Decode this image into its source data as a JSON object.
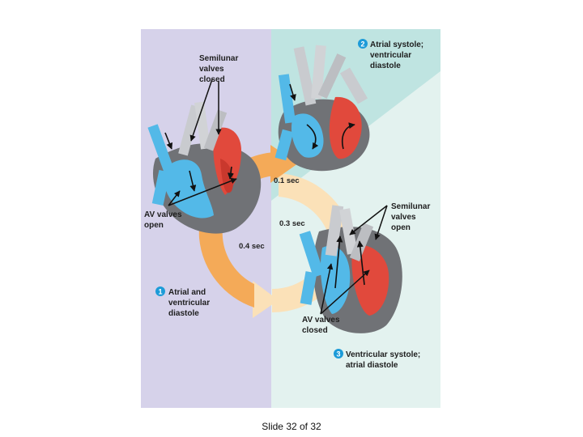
{
  "slide": {
    "footer": "Slide 32 of 32"
  },
  "diagram": {
    "phases": [
      {
        "number": "1",
        "lines": [
          "Atrial and",
          "ventricular",
          "diastole"
        ]
      },
      {
        "number": "2",
        "lines": [
          "Atrial systole;",
          "ventricular",
          "diastole"
        ]
      },
      {
        "number": "3",
        "lines": [
          "Ventricular systole;",
          "atrial diastole"
        ]
      }
    ],
    "labels": {
      "semilunar_closed": [
        "Semilunar",
        "valves",
        "closed"
      ],
      "av_open": [
        "AV valves",
        "open"
      ],
      "semilunar_open": [
        "Semilunar",
        "valves",
        "open"
      ],
      "av_closed": [
        "AV valves",
        "closed"
      ]
    },
    "times": {
      "t1": "0.1 sec",
      "t3": "0.3 sec",
      "t4": "0.4 sec"
    }
  }
}
